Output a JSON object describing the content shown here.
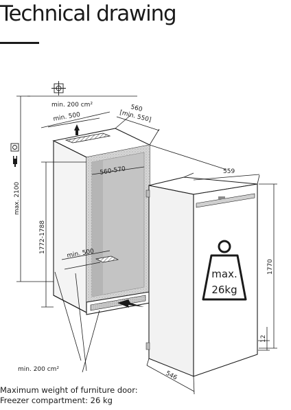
{
  "title": "Technical drawing",
  "dimensions": {
    "vent_top": "min. 200 cm²",
    "clearance_top": "min. 500",
    "niche_depth": "560",
    "niche_depth_min": "[min. 550]",
    "max_height": "max. 2100",
    "niche_height": "1772-1788",
    "niche_width": "560-570",
    "clearance_bottom": "min. 500",
    "vent_bottom": "min. 200 cm²",
    "appliance_width": "559",
    "appliance_height": "1770",
    "appliance_depth": "546",
    "plinth_offset": "12"
  },
  "weight_label_line1": "max.",
  "weight_label_line2": "26kg",
  "notes": {
    "line1": "Maximum weight of furniture door:",
    "line2": "Freezer compartment: 26 kg"
  },
  "icons": [
    "ventilation-grid-icon",
    "power-socket-icon",
    "power-plug-icon",
    "weight-icon",
    "airflow-arrow-icon"
  ]
}
